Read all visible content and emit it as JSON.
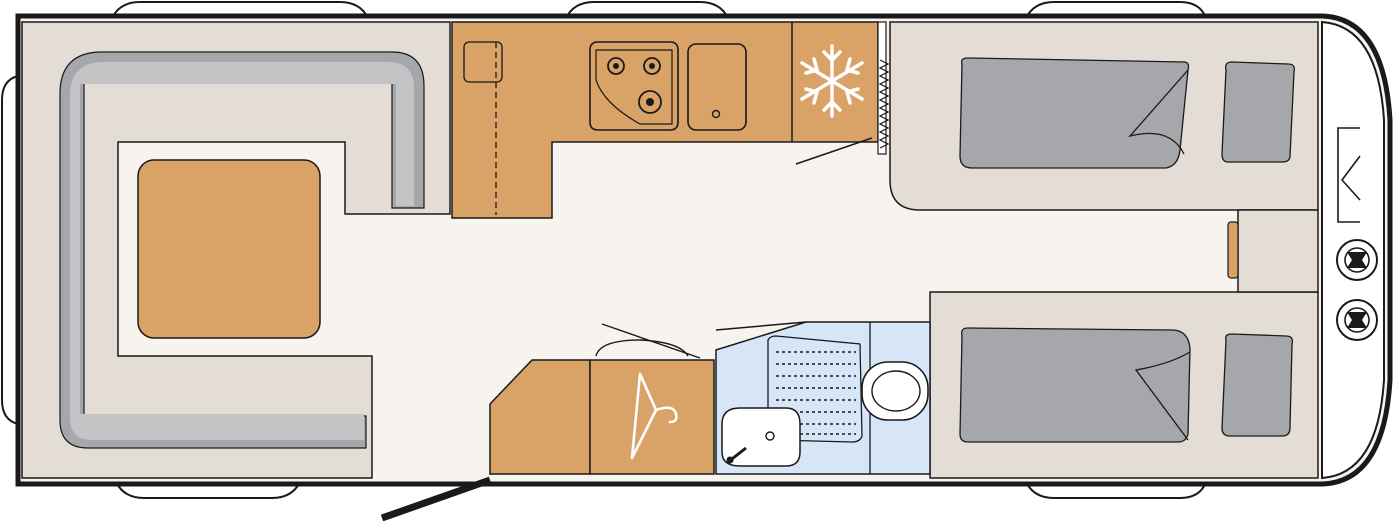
{
  "floorplan": {
    "layout": "caravan-floorplan",
    "orientation": "front-right",
    "zones": [
      "u-shaped-seating-dinette",
      "table",
      "kitchen-counter",
      "hob-3-burner",
      "sink",
      "fridge",
      "wardrobe",
      "cabinet",
      "washroom-shower",
      "washroom-toilet",
      "washroom-basin",
      "single-bed-top",
      "single-bed-bottom",
      "entry-door"
    ],
    "icons": {
      "fridge": "snowflake-icon",
      "wardrobe": "hanger-icon",
      "radiator": "heater-icon",
      "front-locker": "gas-bottle-icon"
    },
    "colors": {
      "wall": "#1a1a1a",
      "floor": "#f7f3ee",
      "cushion": "#e3ddd6",
      "cushion_dark": "#a6a7ab",
      "wood": "#d9a267",
      "washroom": "#d7e6f7",
      "mattress": "#a6a7ab",
      "window_frame": "#ffffff"
    }
  }
}
